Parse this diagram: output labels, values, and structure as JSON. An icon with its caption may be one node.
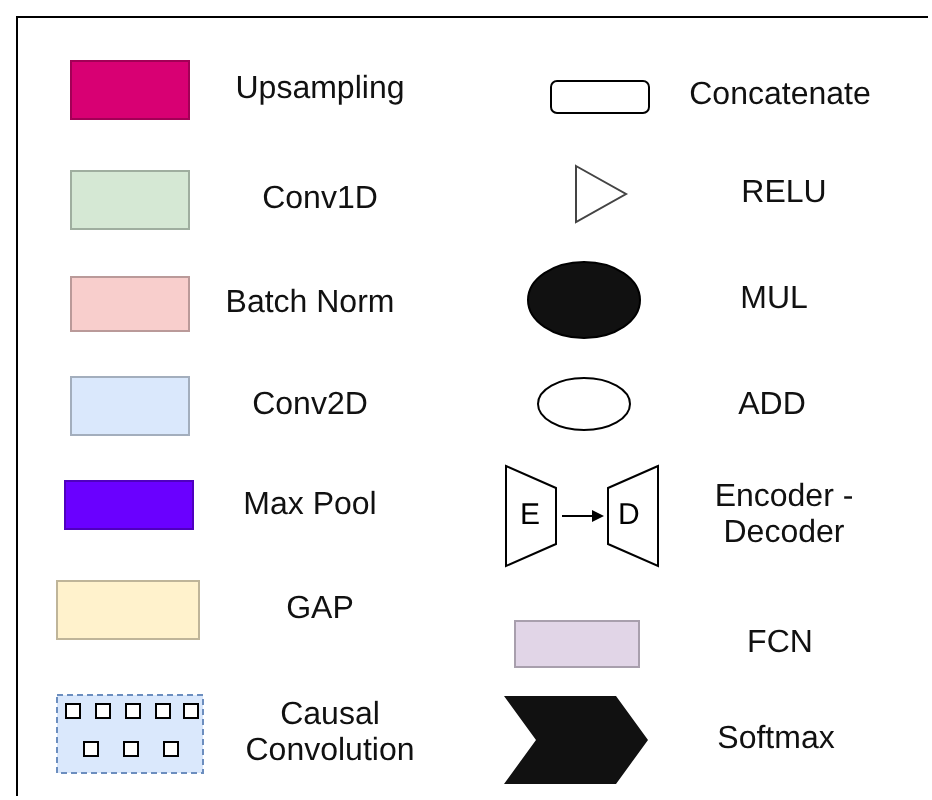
{
  "diagram": {
    "labels": [
      "E",
      "D"
    ],
    "legend": [
      {
        "text": "Upsampling",
        "color": "#d80073"
      },
      {
        "text": "Conv1D",
        "color": "#d5e8d4"
      },
      {
        "text": "Batch Norm",
        "color": "#f8cecc"
      },
      {
        "text": "Conv2D",
        "color": "#dae8fc"
      },
      {
        "text": "Max Pool",
        "color": "#6a00ff"
      },
      {
        "text": "GAP",
        "color": "#fff2cc"
      },
      {
        "text": "Causal Convolution"
      },
      {
        "text": "Concatenate"
      },
      {
        "text": "RELU"
      },
      {
        "text": "MUL"
      },
      {
        "text": "ADD"
      },
      {
        "text": "Encoder - Decoder"
      },
      {
        "text": "FCN",
        "color": "#e1d5e7"
      },
      {
        "text": "Softmax"
      }
    ]
  }
}
